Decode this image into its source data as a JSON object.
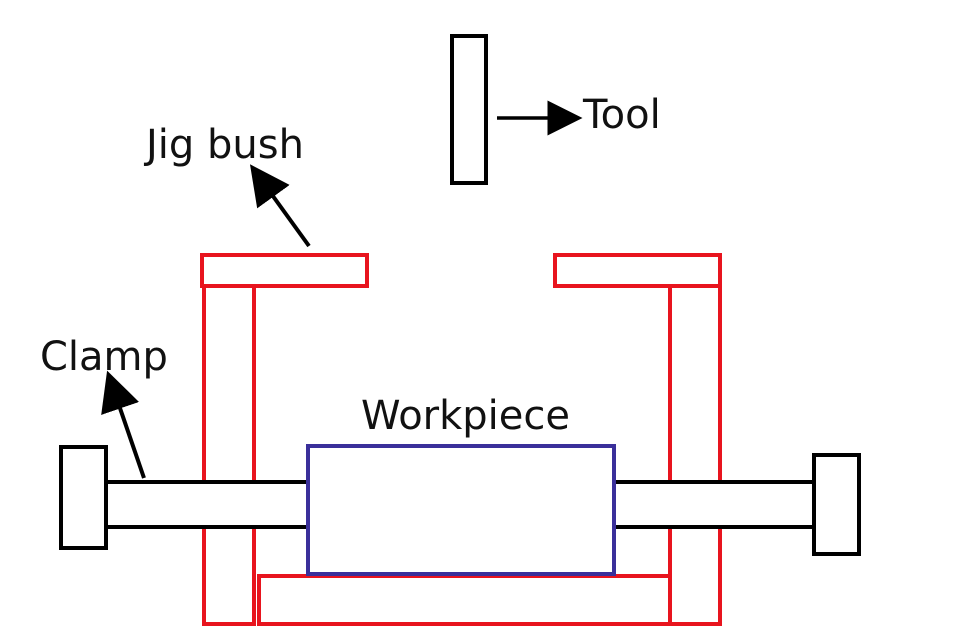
{
  "labels": {
    "tool": "Tool",
    "jig_bush": "Jig bush",
    "clamp": "Clamp",
    "workpiece": "Workpiece"
  },
  "colors": {
    "jig": "#e8141e",
    "workpiece": "#3a2f9a",
    "outline": "#000000",
    "text": "#111111",
    "background": "#ffffff"
  }
}
